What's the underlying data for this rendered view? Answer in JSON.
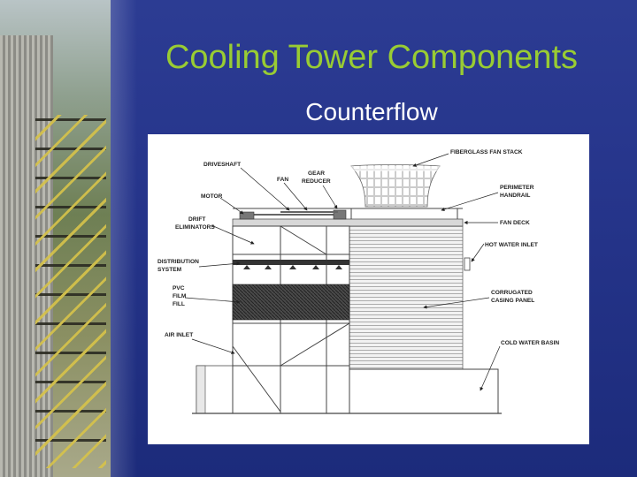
{
  "slide": {
    "title": "Cooling Tower Components",
    "subtitle": "Counterflow"
  },
  "diagram": {
    "labels": {
      "driveshaft": "DRIVESHAFT",
      "fan": "FAN",
      "gear_reducer_1": "GEAR",
      "gear_reducer_2": "REDUCER",
      "motor": "MOTOR",
      "drift_1": "DRIFT",
      "drift_2": "ELIMINATORS",
      "dist_1": "DISTRIBUTION",
      "dist_2": "SYSTEM",
      "pvc_1": "PVC",
      "pvc_2": "FILM",
      "pvc_3": "FILL",
      "air_inlet": "AIR INLET",
      "fiberglass_fan_stack": "FIBERGLASS FAN STACK",
      "perimeter_1": "PERIMETER",
      "perimeter_2": "HANDRAIL",
      "fan_deck": "FAN DECK",
      "hot_water_inlet": "HOT WATER INLET",
      "corrugated_1": "CORRUGATED",
      "corrugated_2": "CASING PANEL",
      "cold_water_basin": "COLD WATER BASIN"
    }
  },
  "colors": {
    "title": "#99cc33",
    "background": "#26358b",
    "panel": "#ffffff"
  }
}
